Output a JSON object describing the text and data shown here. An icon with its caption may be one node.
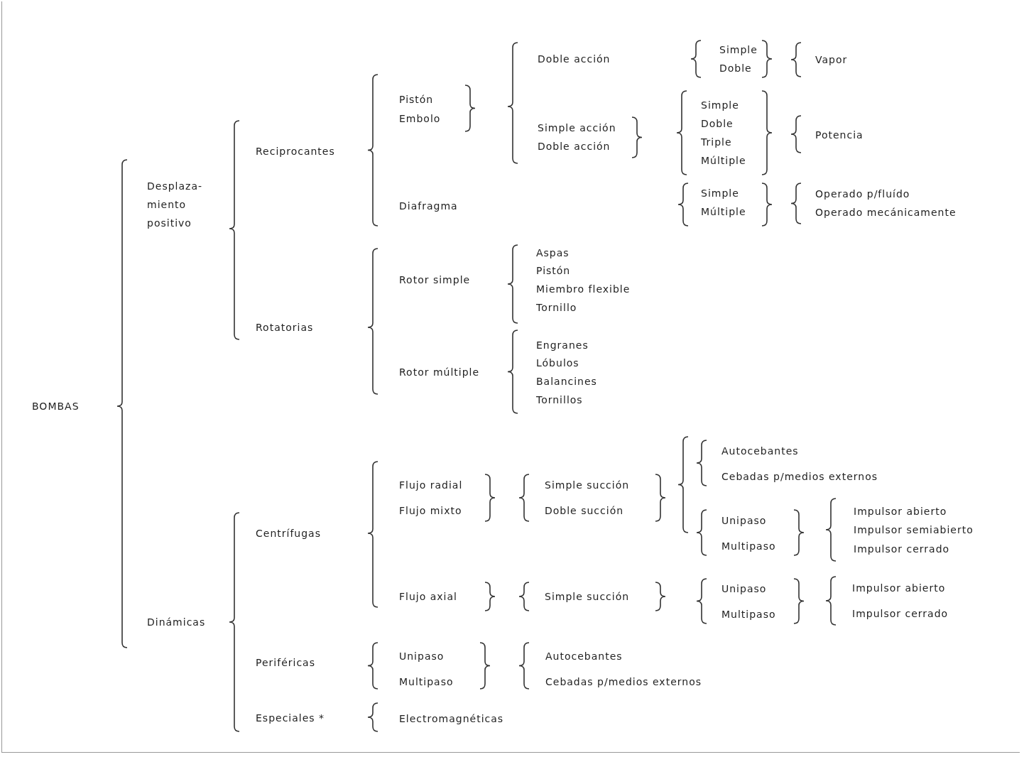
{
  "diagram": {
    "labels": [
      "BOMBAS",
      "Desplaza- miento positivo",
      "Dinámicas",
      "Reciprocantes",
      "Rotatorias",
      "Pistón",
      "Embolo",
      "Diafragma",
      "Rotor simple",
      "Rotor múltiple",
      "Doble acción",
      "Simple acción",
      "Doble acción",
      "Simple",
      "Doble",
      "Vapor",
      "Simple",
      "Doble",
      "Triple",
      "Múltiple",
      "Potencia",
      "Simple",
      "Múltiple",
      "Operado p/fluído",
      "Operado mecánicamente",
      "Aspas",
      "Pistón",
      "Miembro flexible",
      "Tornillo",
      "Engranes",
      "Lóbulos",
      "Balancines",
      "Tornillos",
      "Centrífugas",
      "Periféricas",
      "Especiales *",
      "Flujo radial",
      "Flujo mixto",
      "Simple succión",
      "Doble succión",
      "Autocebantes",
      "Cebadas p/medios externos",
      "Unipaso",
      "Multipaso",
      "Impulsor abierto",
      "Impulsor semiabierto",
      "Impulsor cerrado",
      "Flujo axial",
      "Simple succión",
      "Unipaso",
      "Multipaso",
      "Impulsor abierto",
      "Impulsor cerrado",
      "Unipaso",
      "Multipaso",
      "Autocebantes",
      "Cebadas p/medios externos",
      "Electromagnéticas"
    ]
  }
}
